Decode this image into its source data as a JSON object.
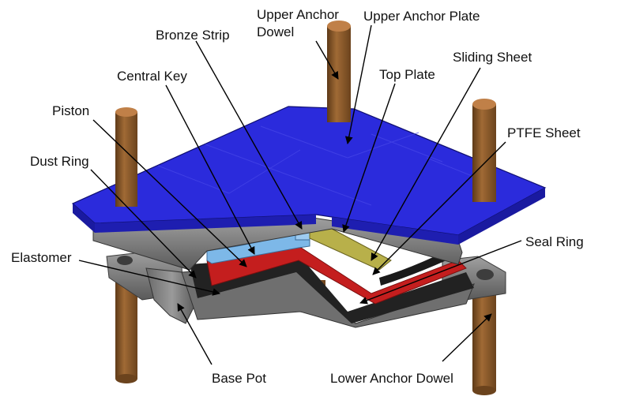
{
  "labels": {
    "upper_anchor_dowel_line1": "Upper Anchor",
    "upper_anchor_dowel_line2": "Dowel",
    "upper_anchor_plate": "Upper Anchor Plate",
    "bronze_strip": "Bronze Strip",
    "sliding_sheet": "Sliding Sheet",
    "central_key": "Central Key",
    "top_plate": "Top Plate",
    "piston": "Piston",
    "ptfe_sheet": "PTFE Sheet",
    "dust_ring": "Dust Ring",
    "seal_ring": "Seal Ring",
    "elastomer": "Elastomer",
    "base_pot": "Base Pot",
    "lower_anchor_dowel": "Lower Anchor Dowel"
  },
  "colors": {
    "plate_blue": "#2b2bdc",
    "plate_blue_dark": "#1a1aa0",
    "steel": "#8c8c8c",
    "steel_dark": "#4a4a4a",
    "dowel": "#8b5a2b",
    "dowel_dark": "#5e3a18",
    "elastomer_red": "#c41e1e",
    "elastomer_black": "#222222",
    "ptfe_yellow": "#b8b04a",
    "key_lightblue": "#7db8e8"
  }
}
